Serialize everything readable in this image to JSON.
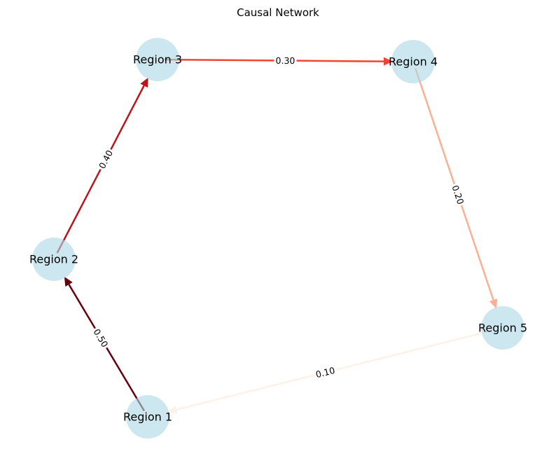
{
  "title": "Causal Network",
  "nodes": [
    {
      "id": "r1",
      "label": "Region 1"
    },
    {
      "id": "r2",
      "label": "Region 2"
    },
    {
      "id": "r3",
      "label": "Region 3"
    },
    {
      "id": "r4",
      "label": "Region 4"
    },
    {
      "id": "r5",
      "label": "Region 5"
    }
  ],
  "edges": [
    {
      "from": "r1",
      "to": "r2",
      "weight": "0.50",
      "color": "#67000d"
    },
    {
      "from": "r2",
      "to": "r3",
      "weight": "0.40",
      "color": "#bc141a"
    },
    {
      "from": "r3",
      "to": "r4",
      "weight": "0.30",
      "color": "#f14432"
    },
    {
      "from": "r4",
      "to": "r5",
      "weight": "0.20",
      "color": "#fcaf93"
    },
    {
      "from": "r5",
      "to": "r1",
      "weight": "0.10",
      "color": "#fff0e8"
    }
  ],
  "node_color": "#add8e6"
}
